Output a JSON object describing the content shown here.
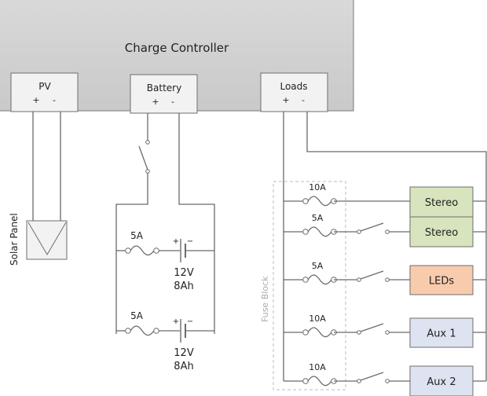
{
  "controller": {
    "title": "Charge Controller",
    "ports": [
      {
        "label": "PV",
        "plus": "+",
        "minus": "-"
      },
      {
        "label": "Battery",
        "plus": "+",
        "minus": "-"
      },
      {
        "label": "Loads",
        "plus": "+",
        "minus": "-"
      }
    ]
  },
  "solar_panel": {
    "label": "Solar Panel"
  },
  "batteries": [
    {
      "fuse": "5A",
      "voltage": "12V",
      "capacity": "8Ah",
      "plus": "+",
      "minus": "−"
    },
    {
      "fuse": "5A",
      "voltage": "12V",
      "capacity": "8Ah",
      "plus": "+",
      "minus": "−"
    }
  ],
  "fuse_block": {
    "label": "Fuse Block"
  },
  "loads": [
    {
      "name": "Stereo",
      "fuse": "10A",
      "switch": false,
      "color": "#d7e4bd"
    },
    {
      "name": "Stereo",
      "fuse": "5A",
      "switch": true,
      "color": "#d7e4bd"
    },
    {
      "name": "LEDs",
      "fuse": "5A",
      "switch": true,
      "color": "#f8cbad"
    },
    {
      "name": "Aux 1",
      "fuse": "10A",
      "switch": true,
      "color": "#dde3f0"
    },
    {
      "name": "Aux 2",
      "fuse": "10A",
      "switch": true,
      "color": "#dde3f0"
    }
  ],
  "colors": {
    "controller_fill": "#d0d0d0",
    "port_fill": "#f2f2f2",
    "wire": "#6b6b6b"
  }
}
